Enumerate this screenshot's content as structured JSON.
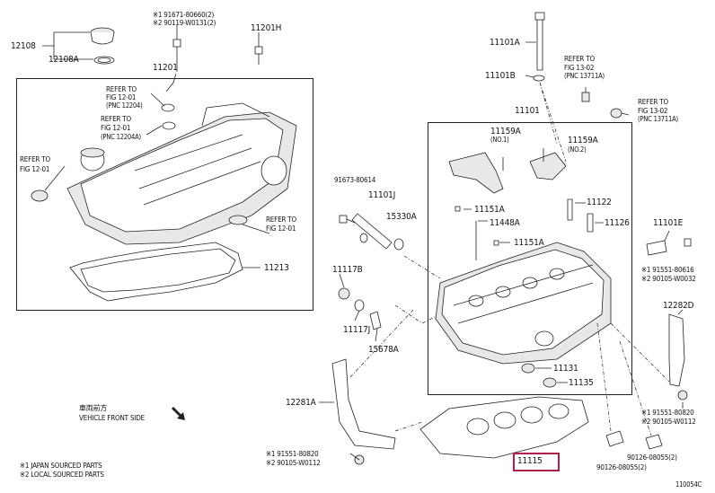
{
  "labels": {
    "p12108": "12108",
    "p12108A": "12108A",
    "n1_91671": "※1 91671-80660(2)",
    "n2_90119": "※2 90119-W0131(2)",
    "p11201H": "11201H",
    "p11201": "11201",
    "ref1201_a1": "REFER TO",
    "ref1201_a2": "FIG 12-01",
    "ref1201_a3": "(PNC 12204)",
    "ref1201_b1": "REFER TO",
    "ref1201_b2": "FIG 12-01",
    "ref1201_b3": "(PNC 12204A)",
    "ref1201_c1": "REFER TO",
    "ref1201_c2": "FIG 12-01",
    "ref1201_d1": "REFER TO",
    "ref1201_d2": "FIG 12-01",
    "p11213": "11213",
    "p91673": "91673-80614",
    "p11101J": "11101J",
    "p15330A": "15330A",
    "p11117B": "11117B",
    "p11117J": "11117J",
    "p15678A": "15678A",
    "p11101A": "11101A",
    "p11101B": "11101B",
    "ref1302_a1": "REFER TO",
    "ref1302_a2": "FIG 13-02",
    "ref1302_a3": "(PNC 13711A)",
    "ref1302_b1": "REFER TO",
    "ref1302_b2": "FIG 13-02",
    "ref1302_b3": "(PNC 13711A)",
    "p11101": "11101",
    "p11159A_1": "11159A",
    "no1": "(NO.1)",
    "p11159A_2": "11159A",
    "no2": "(NO.2)",
    "p11151A_1": "11151A",
    "p11448A": "11448A",
    "p11151A_2": "11151A",
    "p11122": "11122",
    "p11126": "11126",
    "p11101E": "11101E",
    "n1_91551_80616": "※1 91551-80616",
    "n2_90105_W0032": "※2 90105-W0032",
    "p11131": "11131",
    "p11135": "11135",
    "p12282D": "12282D",
    "n1_91551_80820_r": "※1 91551-80820",
    "n2_90105_W0112_r": "※2 90105-W0112",
    "p90126a": "90126-08055(2)",
    "p90126b": "90126-08055(2)",
    "p12281A": "12281A",
    "front_cn": "車両前方",
    "front_en": "VEHICLE FRONT SIDE",
    "n1_91551_80820_l": "※1 91551-80820",
    "n2_90105_W0112_l": "※2 90105-W0112",
    "p11115": "11115",
    "legend1": "※1 JAPAN SOURCED PARTS",
    "legend2": "※2 LOCAL SOURCED PARTS",
    "code": "110054C"
  },
  "colors": {
    "highlight": "#b0204a",
    "line": "#222222"
  }
}
